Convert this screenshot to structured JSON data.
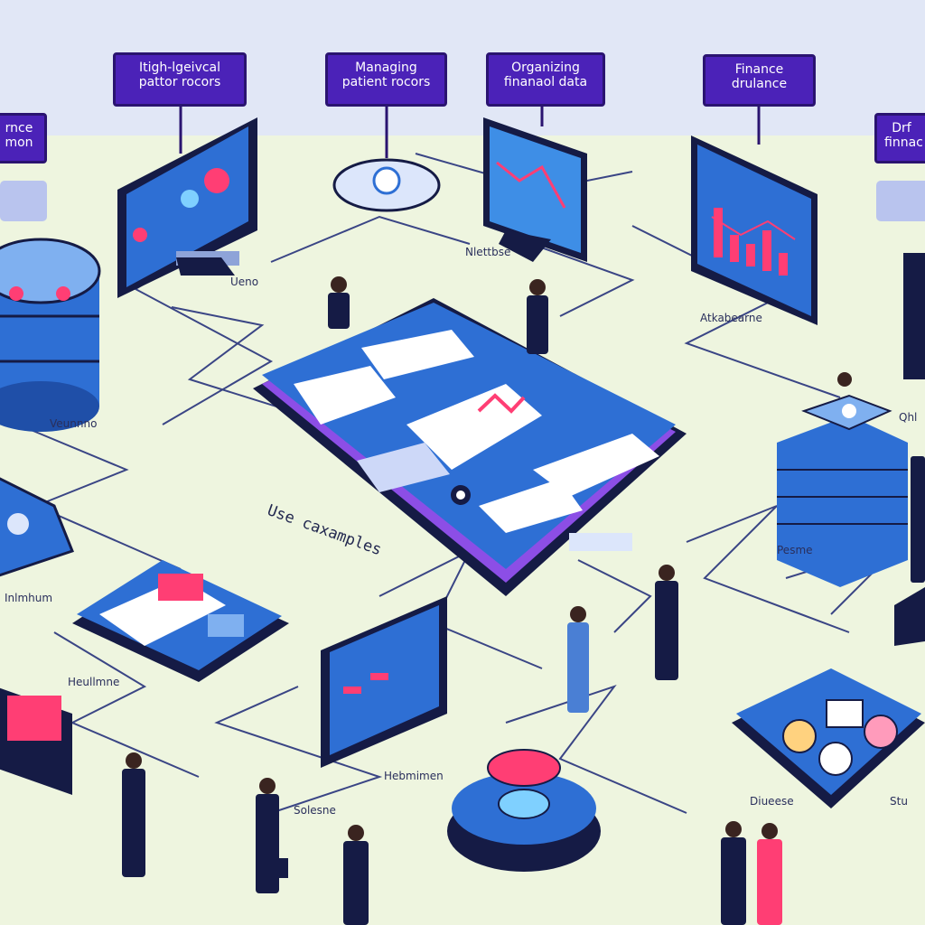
{
  "tags": [
    {
      "id": "tag-left-edge",
      "text": "rnce\nmon"
    },
    {
      "id": "tag-1",
      "text": "Itigh-lgeivcal\npattor rocors"
    },
    {
      "id": "tag-2",
      "text": "Managing\npatient rocors"
    },
    {
      "id": "tag-3",
      "text": "Organizing\nfinanaol data"
    },
    {
      "id": "tag-4",
      "text": "Finance\ndrulance"
    },
    {
      "id": "tag-right-edge",
      "text": "Drf\nfinnac"
    }
  ],
  "floor_labels": {
    "ueno": "Ueno",
    "nelaide": "Nlettbse",
    "akbearne": "Atkabearne",
    "veunnno": "Veunnno",
    "inlmhun": "Inlmhum",
    "heullmne": "Heullmne",
    "hebmimen": "Hebmimen",
    "solesne": "Solesne",
    "diueese": "Diueese",
    "pesme": "Pesme",
    "stu": "Stu",
    "qhl": "Qhl"
  },
  "center_label": "Use caxamples",
  "colors": {
    "background": "#e4e9f7",
    "floor": "#eef5df",
    "tag": "#4b22b8",
    "device_blue": "#2e6fd4",
    "device_dark": "#151b45",
    "accent_pink": "#ff3e74",
    "accent_purple": "#8c4ee6"
  },
  "icons": [
    "database-icon",
    "monitor-icon",
    "tablet-icon",
    "server-stack-icon",
    "coin-icon",
    "gear-icon",
    "shield-icon"
  ]
}
